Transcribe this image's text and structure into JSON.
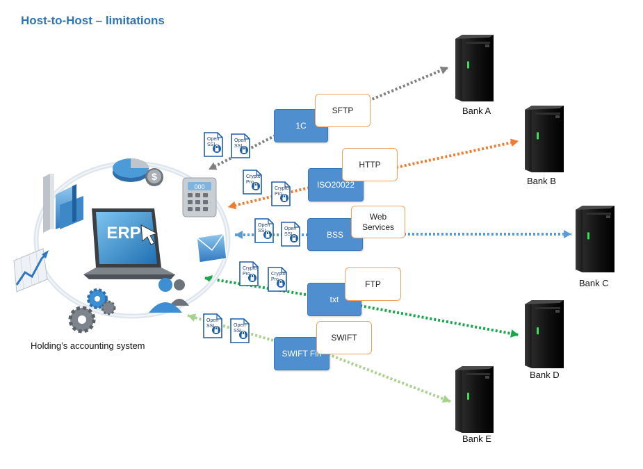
{
  "title": "Host-to-Host – limitations",
  "erp": {
    "screen_text": "ERP",
    "label": "Holding’s accounting system",
    "calculator_display": "000"
  },
  "connections": [
    {
      "format": "1C",
      "protocol": "SFTP",
      "bank": "Bank A",
      "certificate": [
        "Open",
        "SSL"
      ],
      "color": "#7f7f7f"
    },
    {
      "format": "ISO20022",
      "protocol": "HTTP",
      "bank": "Bank B",
      "certificate": [
        "Crypto",
        "Pro"
      ],
      "color": "#ed7d31"
    },
    {
      "format": "BSS",
      "protocol": "Web Services",
      "bank": "Bank C",
      "certificate": [
        "Open",
        "SSL"
      ],
      "color": "#5b9bd5"
    },
    {
      "format": "txt",
      "protocol": "FTP",
      "bank": "Bank D",
      "certificate": [
        "Crypto",
        "Pro"
      ],
      "color": "#1aa64a"
    },
    {
      "format": "SWIFT Fin",
      "protocol": "SWIFT",
      "bank": "Bank E",
      "certificate": [
        "Open",
        "SSL"
      ],
      "color": "#a9d18e"
    }
  ],
  "icons": [
    "bar-chart-icon",
    "pie-chart-icon",
    "dollar-coin-icon",
    "calculator-icon",
    "envelope-icon",
    "users-icon",
    "gears-icon",
    "line-chart-icon",
    "laptop-icon",
    "cursor-icon",
    "server-icon",
    "certificate-document-icon"
  ]
}
